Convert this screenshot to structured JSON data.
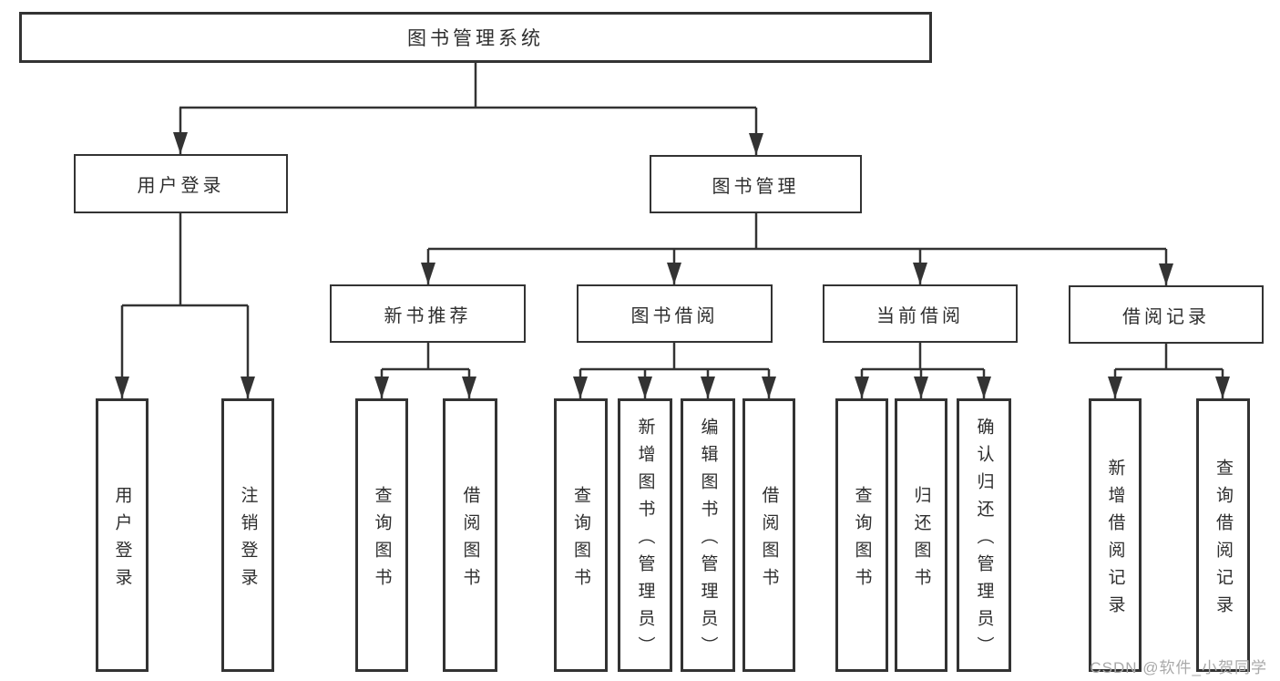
{
  "diagram": {
    "root": {
      "label": "图书管理系统"
    },
    "level2": [
      {
        "label": "用户登录"
      },
      {
        "label": "图书管理"
      }
    ],
    "level3": [
      {
        "label": "新书推荐"
      },
      {
        "label": "图书借阅"
      },
      {
        "label": "当前借阅"
      },
      {
        "label": "借阅记录"
      }
    ],
    "leaves": {
      "user": [
        "用户登录",
        "注销登录"
      ],
      "recommend": [
        "查询图书",
        "借阅图书"
      ],
      "borrow": [
        "查询图书",
        "新增图书（管理员）",
        "编辑图书（管理员）",
        "借阅图书"
      ],
      "current": [
        "查询图书",
        "归还图书",
        "确认归还（管理员）"
      ],
      "records": [
        "新增借阅记录",
        "查询借阅记录"
      ]
    }
  },
  "watermark": {
    "text": "CSDN @软件_小贺同学"
  },
  "colors": {
    "line": "#333333",
    "border": "#333333",
    "text": "#2e2e2e",
    "background": "#ffffff",
    "watermark": "#a9a9a9"
  }
}
